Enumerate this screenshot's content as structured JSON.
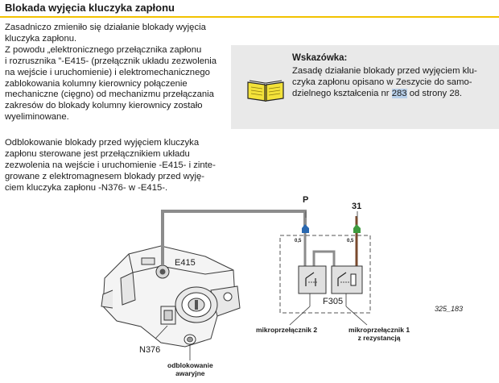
{
  "title": "Blokada wyjęcia kluczyka zapłonu",
  "para1": {
    "l1": "Zasadniczo zmieniło się działanie blokady wyjęcia",
    "l2": "kluczyka zapłonu.",
    "l3": "Z powodu „elektronicznego przełącznika zapłonu",
    "l4": "i rozrusznika ”-E415- (przełącznik układu zezwolenia",
    "l5": "na wejście i uruchomienie) i elektromechanicznego",
    "l6": "zablokowania kolumny kierownicy połączenie",
    "l7": "mechaniczne (cięgno) od mechanizmu przełączania",
    "l8": "zakresów do blokady kolumny kierownicy zostało",
    "l9": "wyeliminowane."
  },
  "para2": {
    "l1": "Odblokowanie blokady przed wyjęciem kluczyka",
    "l2": "zapłonu sterowane jest przełącznikiem układu",
    "l3": "zezwolenia na wejście i uruchomienie -E415- i zinte-",
    "l4": "growane z elektromagnesem blokady przed wyję-",
    "l5": "ciem kluczyka zapłonu -N376- w -E415-."
  },
  "tip": {
    "heading": "Wskazówka:",
    "l1": "Zasadę działanie blokady przed wyjęciem klu-",
    "l2": "czyka zapłonu opisano w Zeszycie do samo-",
    "l3a": "dzielnego kształcenia nr ",
    "l3num": "283",
    "l3b": " od strony 28."
  },
  "diagram": {
    "e415": "E415",
    "n376": "N376",
    "p": "P",
    "t31": "31",
    "f305": "F305",
    "ref": "325_183",
    "pin_a": "0,5",
    "pin_b": "0,5",
    "micro2": "mikroprzełącznik 2",
    "micro1_l1": "mikroprzełącznik 1",
    "micro1_l2": "z rezystancją",
    "unlock_l1": "odblokowanie",
    "unlock_l2": "awaryjne"
  }
}
